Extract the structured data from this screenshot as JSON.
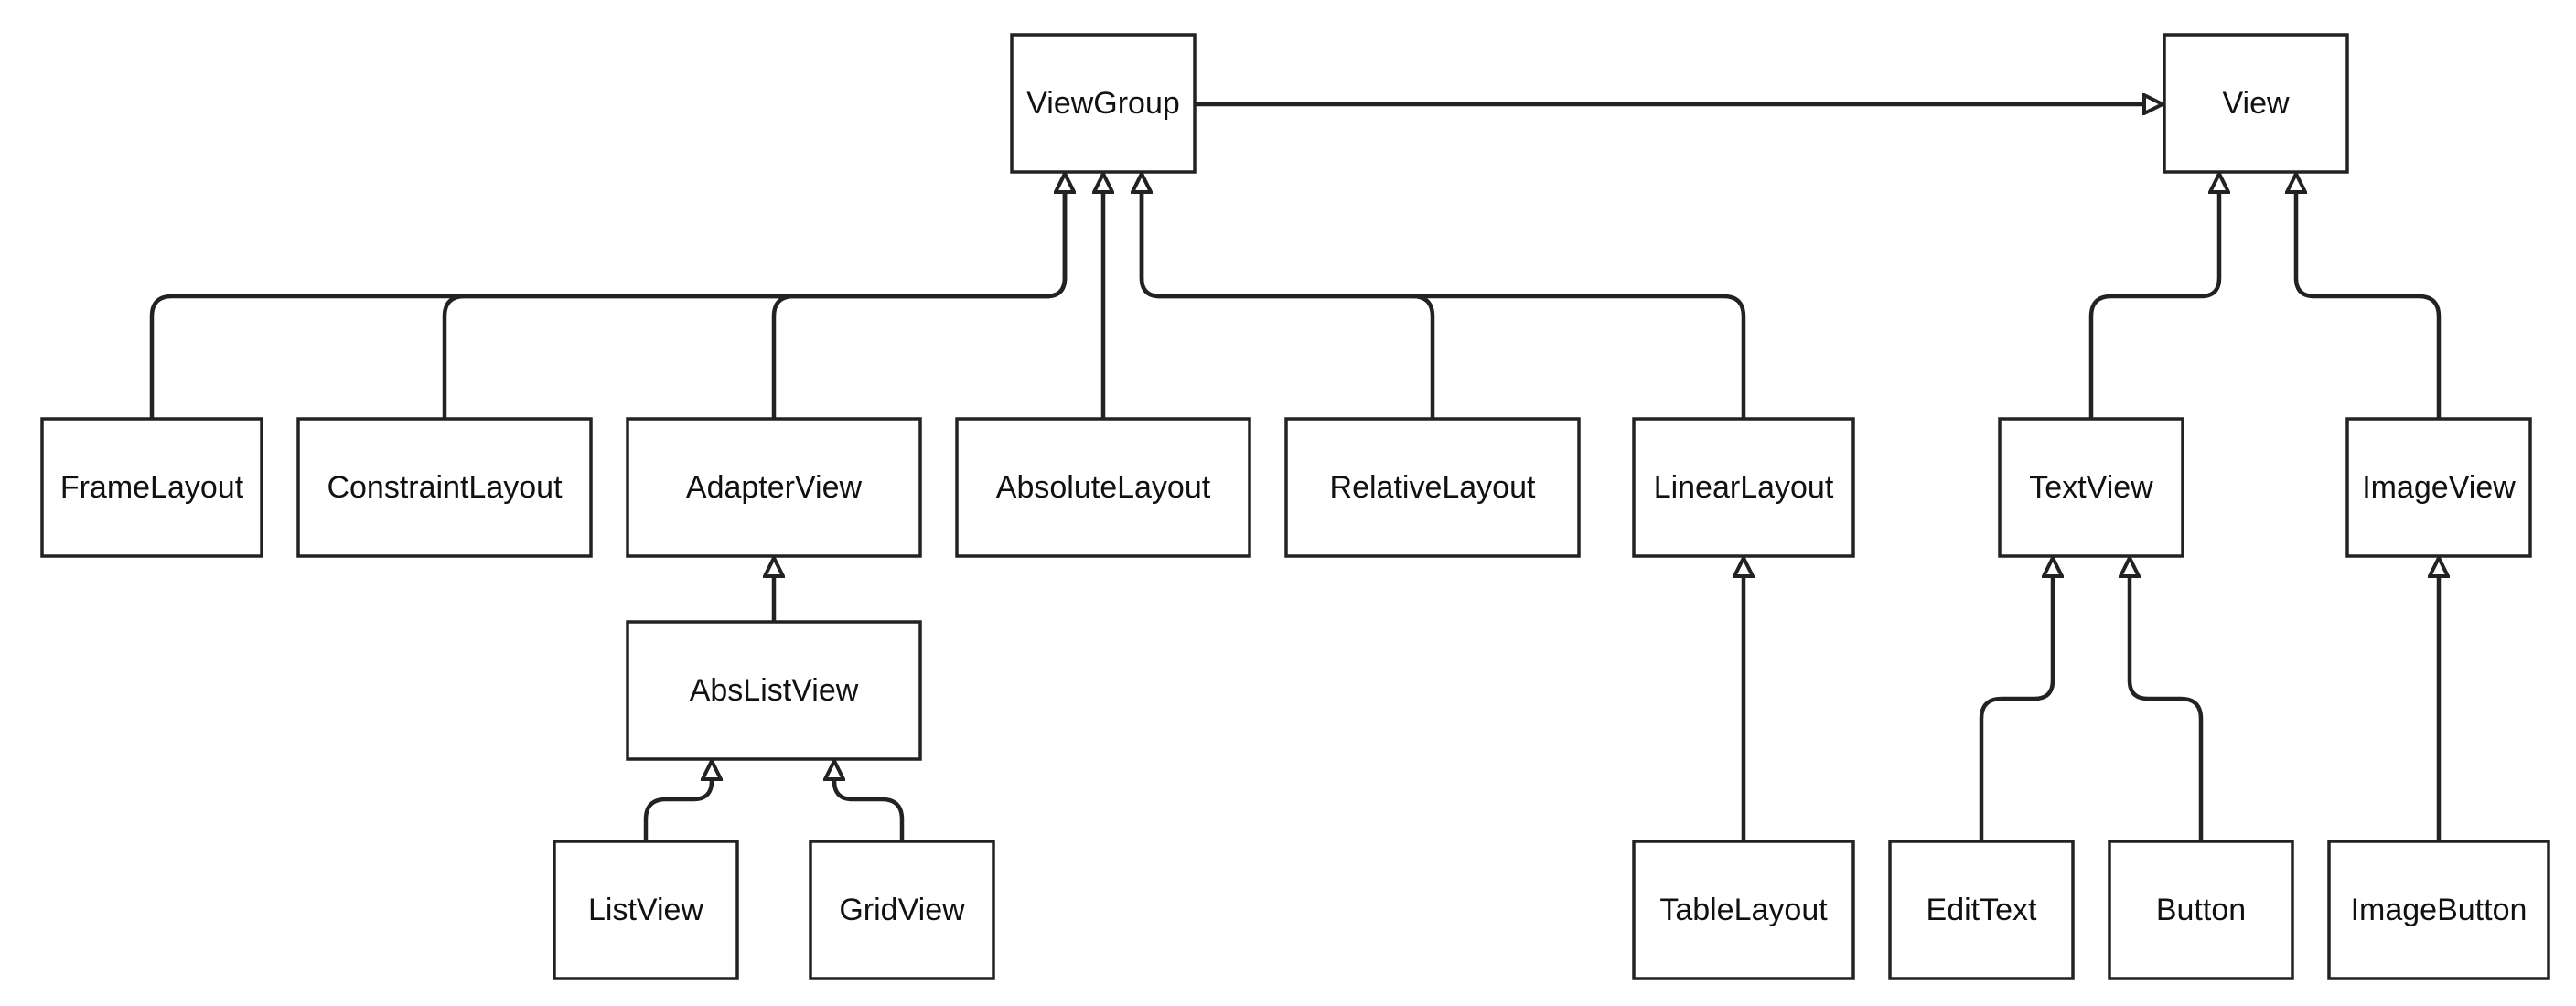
{
  "nodes": {
    "viewgroup": "ViewGroup",
    "view": "View",
    "framelayout": "FrameLayout",
    "constraintlayout": "ConstraintLayout",
    "adapterview": "AdapterView",
    "absolutelayout": "AbsoluteLayout",
    "relativelayout": "RelativeLayout",
    "linearlayout": "LinearLayout",
    "textview": "TextView",
    "imageview": "ImageView",
    "abslistview": "AbsListView",
    "listview": "ListView",
    "gridview": "GridView",
    "tablelayout": "TableLayout",
    "edittext": "EditText",
    "button": "Button",
    "imagebutton": "ImageButton"
  },
  "edges": [
    {
      "from": "viewgroup",
      "to": "view"
    },
    {
      "from": "framelayout",
      "to": "viewgroup"
    },
    {
      "from": "constraintlayout",
      "to": "viewgroup"
    },
    {
      "from": "adapterview",
      "to": "viewgroup"
    },
    {
      "from": "absolutelayout",
      "to": "viewgroup"
    },
    {
      "from": "relativelayout",
      "to": "viewgroup"
    },
    {
      "from": "linearlayout",
      "to": "viewgroup"
    },
    {
      "from": "abslistview",
      "to": "adapterview"
    },
    {
      "from": "listview",
      "to": "abslistview"
    },
    {
      "from": "gridview",
      "to": "abslistview"
    },
    {
      "from": "tablelayout",
      "to": "linearlayout"
    },
    {
      "from": "textview",
      "to": "view"
    },
    {
      "from": "imageview",
      "to": "view"
    },
    {
      "from": "edittext",
      "to": "textview"
    },
    {
      "from": "button",
      "to": "textview"
    },
    {
      "from": "imagebutton",
      "to": "imageview"
    }
  ],
  "colors": {
    "stroke": "#222222",
    "fill": "#ffffff",
    "text": "#111111"
  },
  "arrow_style": "hollow-triangle"
}
